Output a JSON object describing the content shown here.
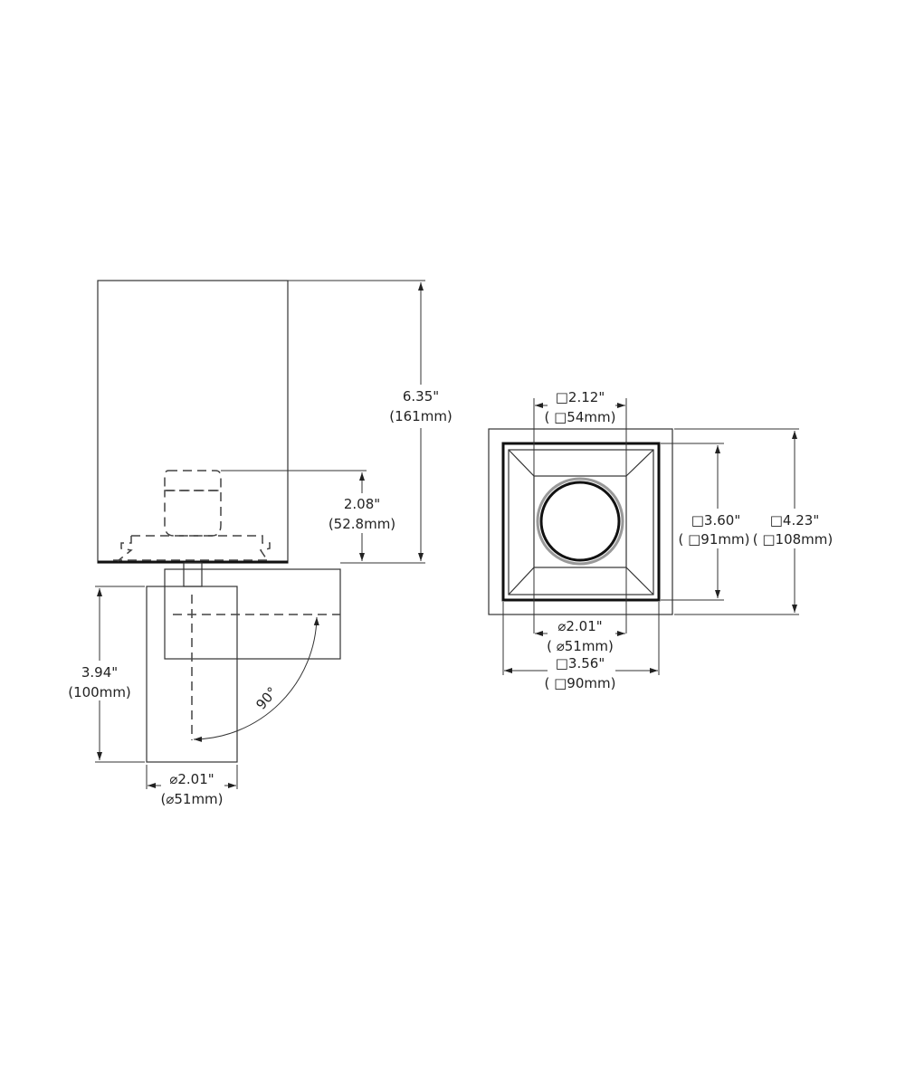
{
  "side_view": {
    "height_total": {
      "in": "6.35\"",
      "mm": "(161mm)"
    },
    "height_trim": {
      "in": "2.08\"",
      "mm": "(52.8mm)"
    },
    "head_height": {
      "in": "3.94\"",
      "mm": "(100mm)"
    },
    "head_diameter": {
      "in": "⌀2.01\"",
      "mm": "(⌀51mm)"
    },
    "rotation": "90°"
  },
  "front_view": {
    "aperture": {
      "in": "□2.12\"",
      "mm": "( □54mm)"
    },
    "inner_square": {
      "in": "□3.60\"",
      "mm": "( □91mm)"
    },
    "outer_square": {
      "in": "□4.23\"",
      "mm": "( □108mm)"
    },
    "lens_diameter": {
      "in": "⌀2.01\"",
      "mm": "( ⌀51mm)"
    },
    "trim_width": {
      "in": "□3.56\"",
      "mm": "( □90mm)"
    }
  }
}
